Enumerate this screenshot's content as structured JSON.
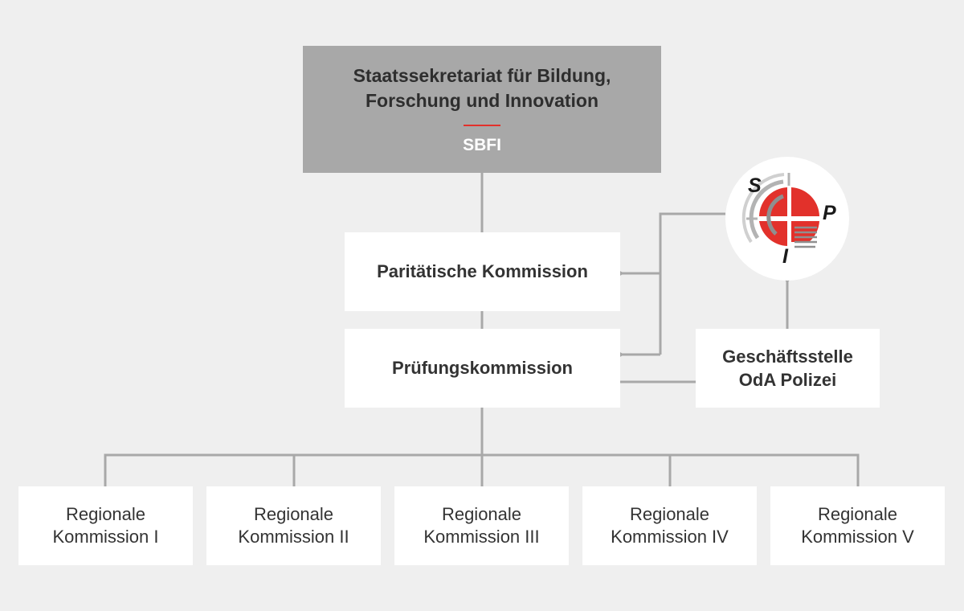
{
  "org_chart": {
    "head": {
      "title_line1": "Staatssekretariat für Bildung,",
      "title_line2": "Forschung und Innovation",
      "abbreviation": "SBFI"
    },
    "paritaetische_kommission": "Paritätische Kommission",
    "pruefungskommission": "Prüfungskommission",
    "geschaeftsstelle": {
      "line1": "Geschäftsstelle",
      "line2": "OdA Polizei"
    },
    "regional_commissions": [
      {
        "line1": "Regionale",
        "line2": "Kommission I"
      },
      {
        "line1": "Regionale",
        "line2": "Kommission II"
      },
      {
        "line1": "Regionale",
        "line2": "Kommission III"
      },
      {
        "line1": "Regionale",
        "line2": "Kommission IV"
      },
      {
        "line1": "Regionale",
        "line2": "Kommission V"
      }
    ],
    "logo": {
      "name": "spi-logo",
      "letters": [
        "S",
        "P",
        "I"
      ]
    }
  },
  "colors": {
    "background": "#efefef",
    "head_box": "#a8a8a8",
    "box": "#ffffff",
    "accent_red": "#e2312b",
    "connector": "#a8a8a8",
    "text": "#333333"
  }
}
